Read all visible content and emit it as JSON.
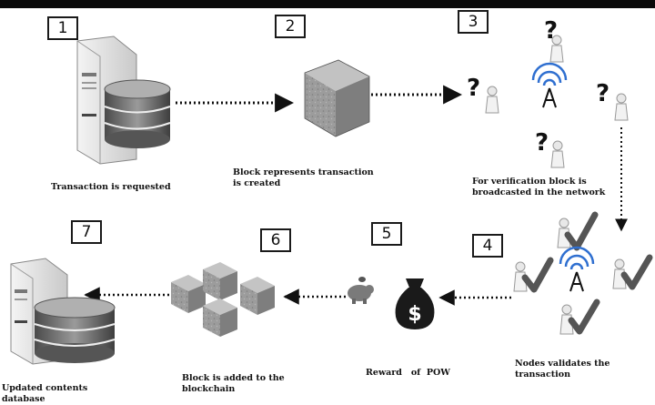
{
  "steps": [
    "1",
    "2",
    "3",
    "4",
    "5",
    "6",
    "7"
  ],
  "captions": {
    "transaction_requested": "Transaction is requested",
    "block_line1": "Block represents transaction",
    "block_line2": "is created",
    "broadcast_line1": "For verification block is",
    "broadcast_line2": "broadcasted in the network",
    "validate": "Nodes validates the transaction",
    "reward": "Reward   of  POW",
    "added_line1": "Block is added to the",
    "added_line2": "blockchain",
    "updated_line1": "Updated contents",
    "updated_line2": "database"
  },
  "money_symbol": "$",
  "question_symbol": "?",
  "colors": {
    "ink": "#111111",
    "server_body": "#e6e6e6",
    "db": "#6b6b6b",
    "cube": "#9a9a9a",
    "signal": "#2f6fd0"
  }
}
